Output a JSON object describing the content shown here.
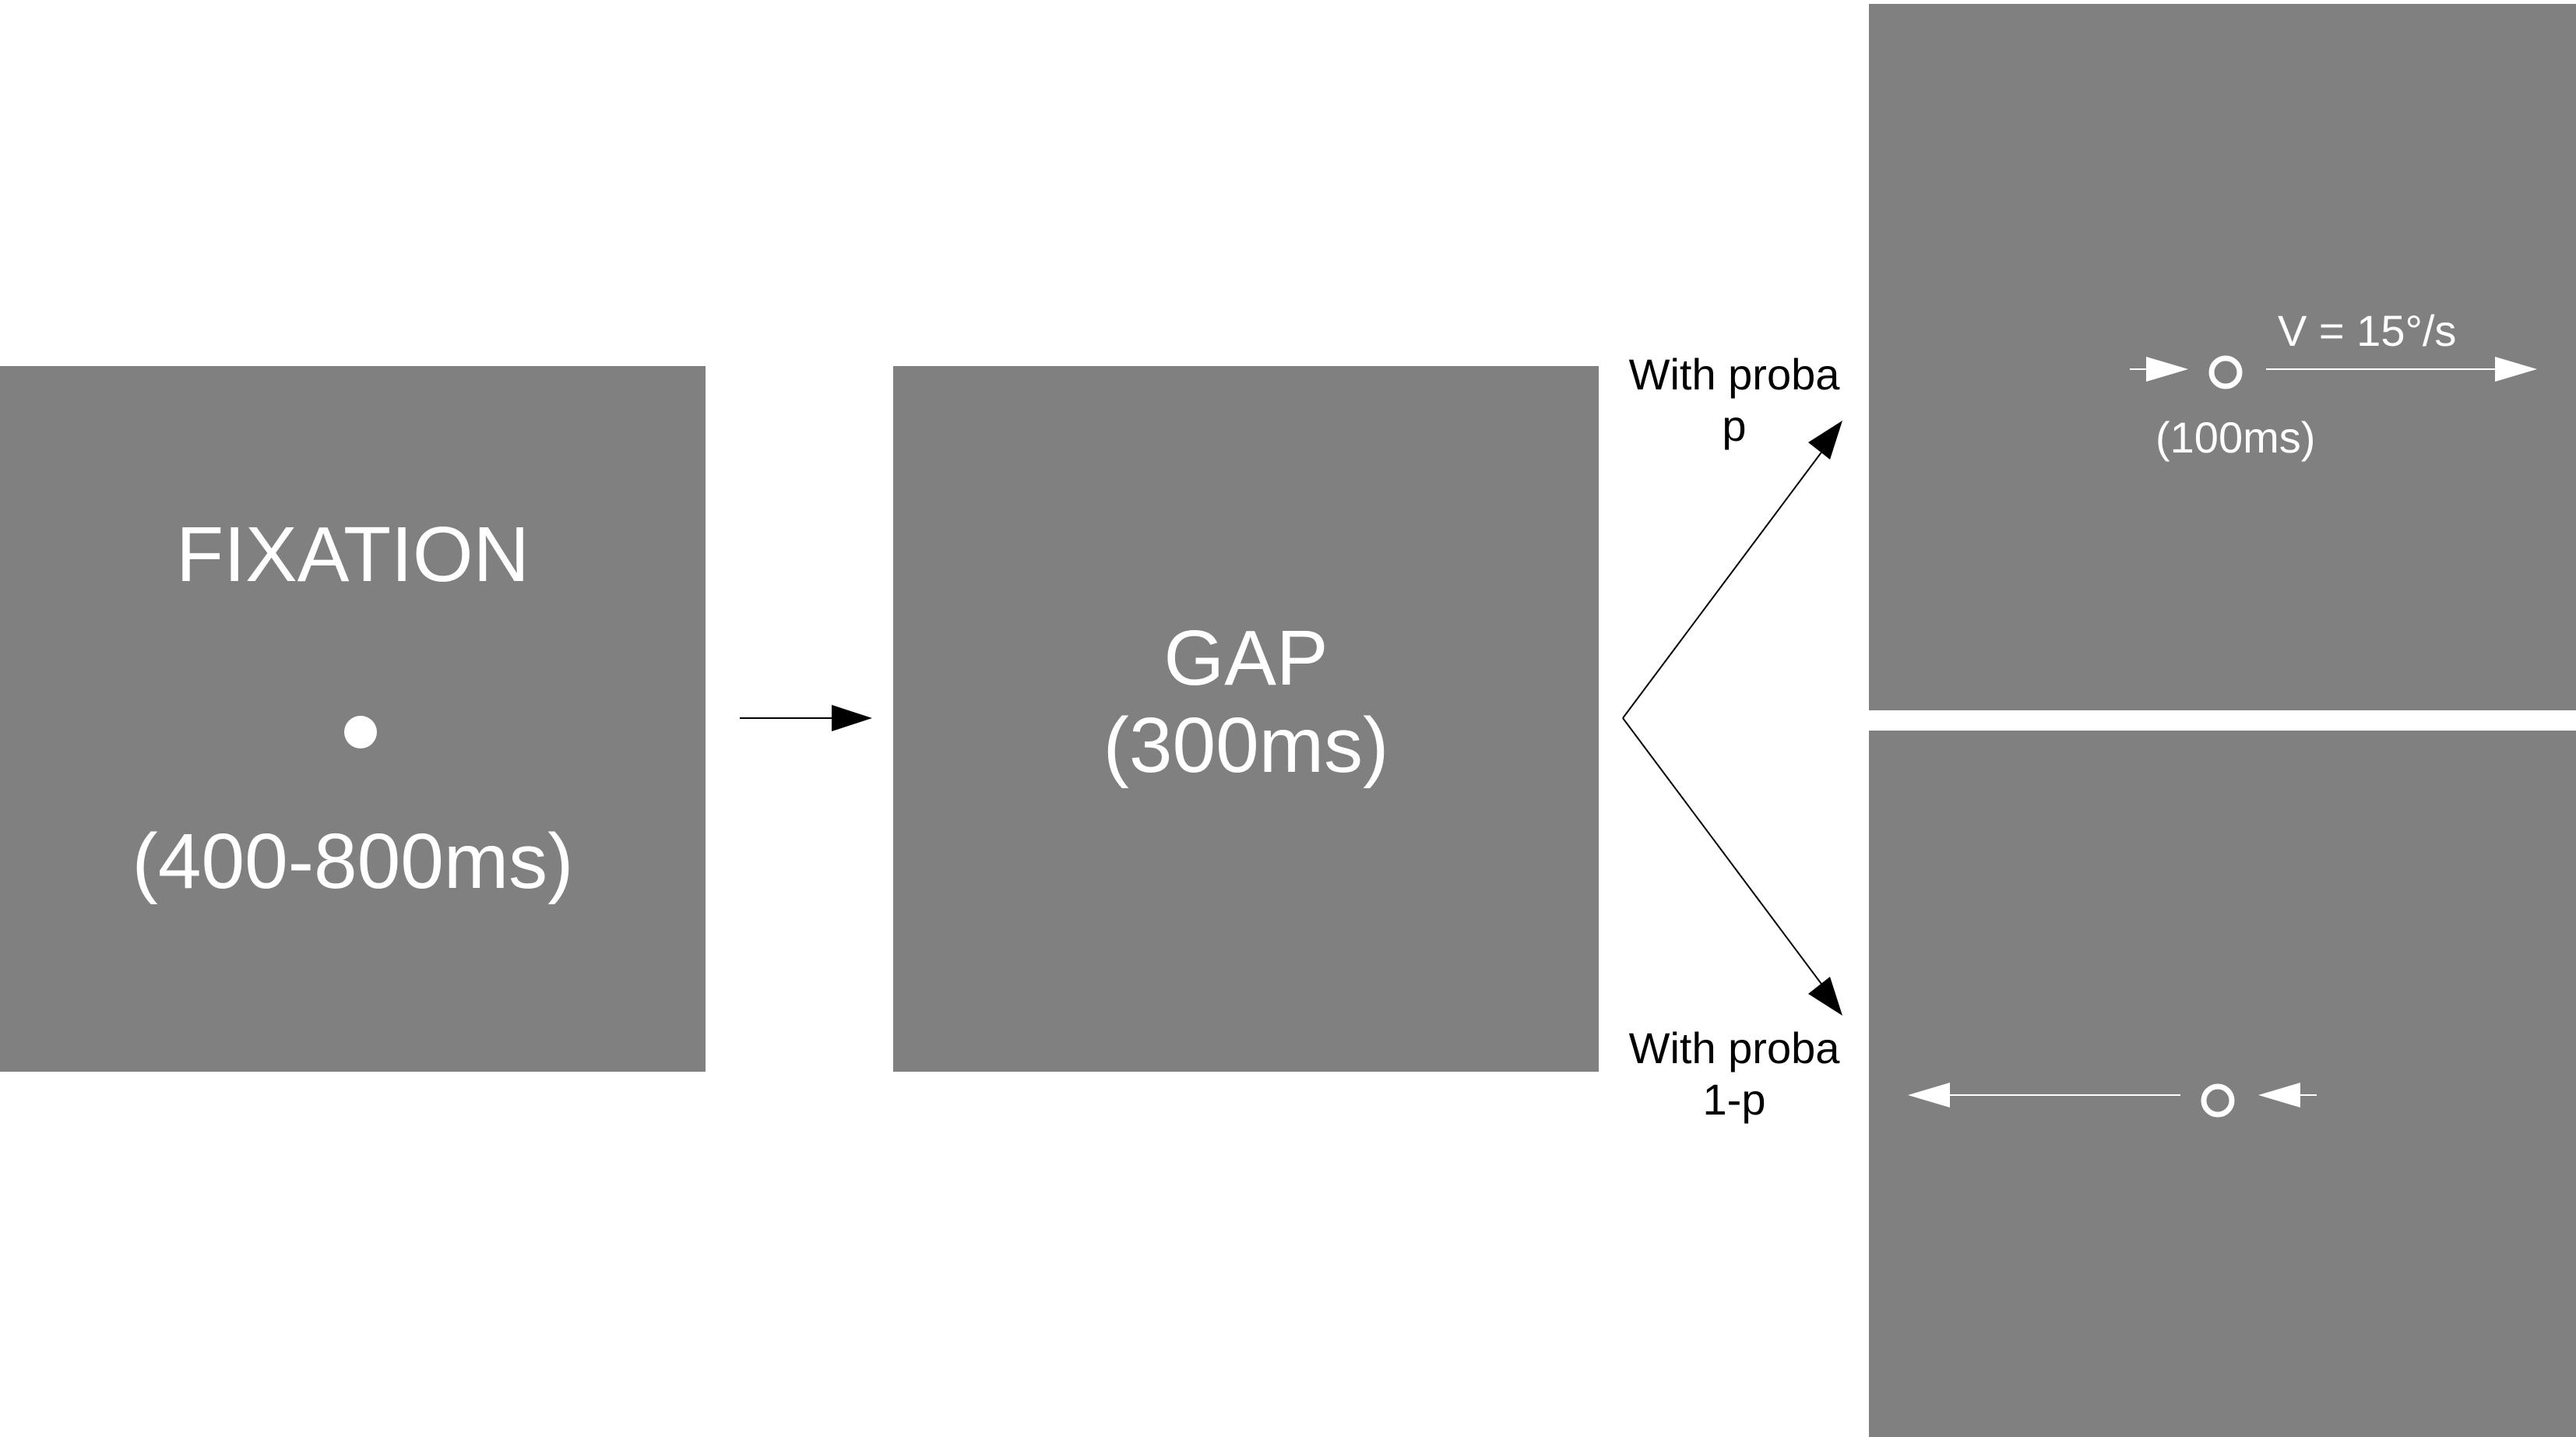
{
  "fixation": {
    "title": "FIXATION",
    "duration": "(400-800ms)"
  },
  "gap": {
    "title": "GAP",
    "duration": "(300ms)"
  },
  "branches": {
    "top_label": "With proba\np",
    "bottom_label": "With proba\n1-p"
  },
  "target_top": {
    "velocity": "V = 15°/s",
    "duration": "(100ms)"
  },
  "colors": {
    "panel": "#808080",
    "stimulus": "#ffffff",
    "arrow": "#000000"
  }
}
